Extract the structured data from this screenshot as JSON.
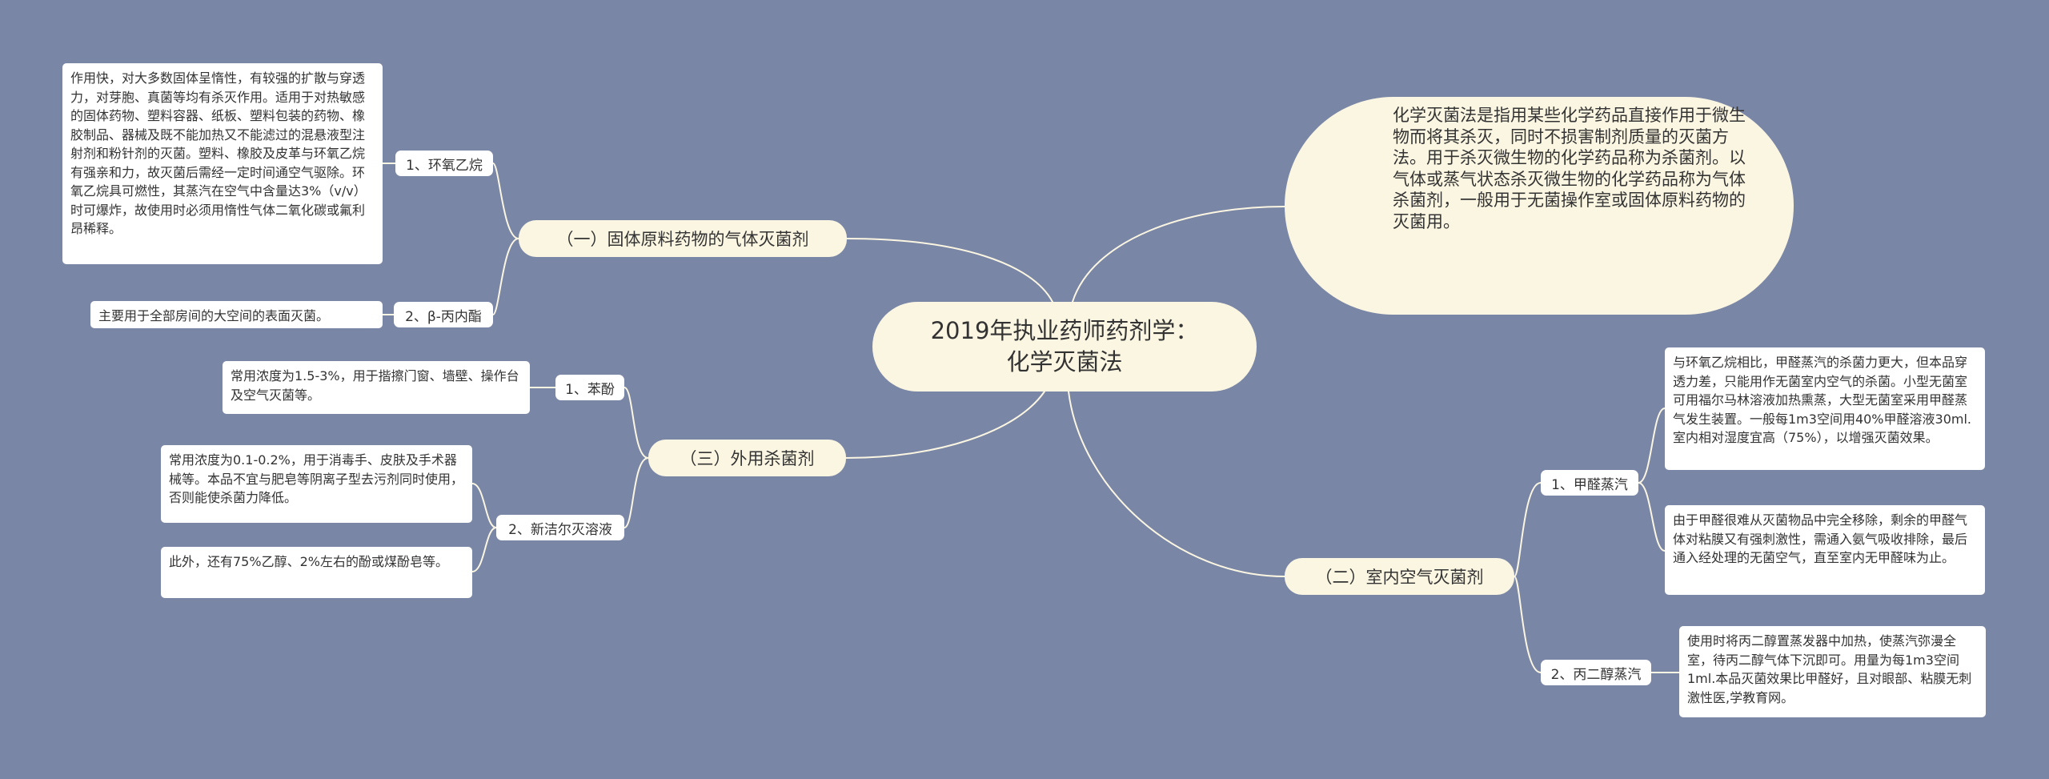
{
  "root": {
    "title": "2019年执业药师药剂学：\n化学灭菌法"
  },
  "intro": "化学灭菌法是指用某些化学药品直接作用于微生物而将其杀灭，同时不损害制剂质量的灭菌方法。用于杀灭微生物的化学药品称为杀菌剂。以气体或蒸气状态杀灭微生物的化学药品称为气体杀菌剂，一般用于无菌操作室或固体原料药物的灭菌用。",
  "branches": {
    "solid_gas": {
      "label": "（一）固体原料药物的气体灭菌剂",
      "ethylene_oxide": {
        "label": "1、环氧乙烷",
        "text": "作用快，对大多数固体呈惰性，有较强的扩散与穿透力，对芽胞、真菌等均有杀灭作用。适用于对热敏感的固体药物、塑料容器、纸板、塑料包装的药物、橡胶制品、器械及既不能加热又不能滤过的混悬液型注射剂和粉针剂的灭菌。塑料、橡胶及皮革与环氧乙烷有强亲和力，故灭菌后需经一定时间通空气驱除。环氧乙烷具可燃性，其蒸汽在空气中含量达3%（v/v）时可爆炸，故使用时必须用惰性气体二氧化碳或氟利昂稀释。"
      },
      "propiolactone": {
        "label": "2、β-丙内酯",
        "text": "主要用于全部房间的大空间的表面灭菌。"
      }
    },
    "external": {
      "label": "（三）外用杀菌剂",
      "phenol": {
        "label": "1、苯酚",
        "text": "常用浓度为1.5-3%，用于揩擦门窗、墙壁、操作台及空气灭菌等。"
      },
      "benzalkonium": {
        "label": "2、新洁尔灭溶液",
        "text1": "常用浓度为0.1-0.2%，用于消毒手、皮肤及手术器械等。本品不宜与肥皂等阴离子型去污剂同时使用，否则能使杀菌力降低。",
        "text2": "此外，还有75%乙醇、2%左右的酚或煤酚皂等。"
      }
    },
    "indoor_air": {
      "label": "（二）室内空气灭菌剂",
      "formaldehyde": {
        "label": "1、甲醛蒸汽",
        "text1": "与环氧乙烷相比，甲醛蒸汽的杀菌力更大，但本品穿透力差，只能用作无菌室内空气的杀菌。小型无菌室可用福尔马林溶液加热熏蒸，大型无菌室采用甲醛蒸气发生装置。一般每1m3空间用40%甲醛溶液30ml.室内相对湿度宜高（75%），以增强灭菌效果。",
        "text2": "由于甲醛很难从灭菌物品中完全移除，剩余的甲醛气体对粘膜又有强刺激性，需通入氨气吸收排除，最后通入经处理的无菌空气，直至室内无甲醛味为止。"
      },
      "propylene_glycol": {
        "label": "2、丙二醇蒸汽",
        "text": "使用时将丙二醇置蒸发器中加热，使蒸汽弥漫全室，待丙二醇气体下沉即可。用量为每1m3空间1ml.本品灭菌效果比甲醛好，且对眼部、粘膜无刺激性医,学教育网。"
      }
    }
  },
  "colors": {
    "background": "#7a86a6",
    "node_fill": "#fbf6e2",
    "leaf_fill": "#ffffff",
    "connector": "#fbf6e2"
  }
}
